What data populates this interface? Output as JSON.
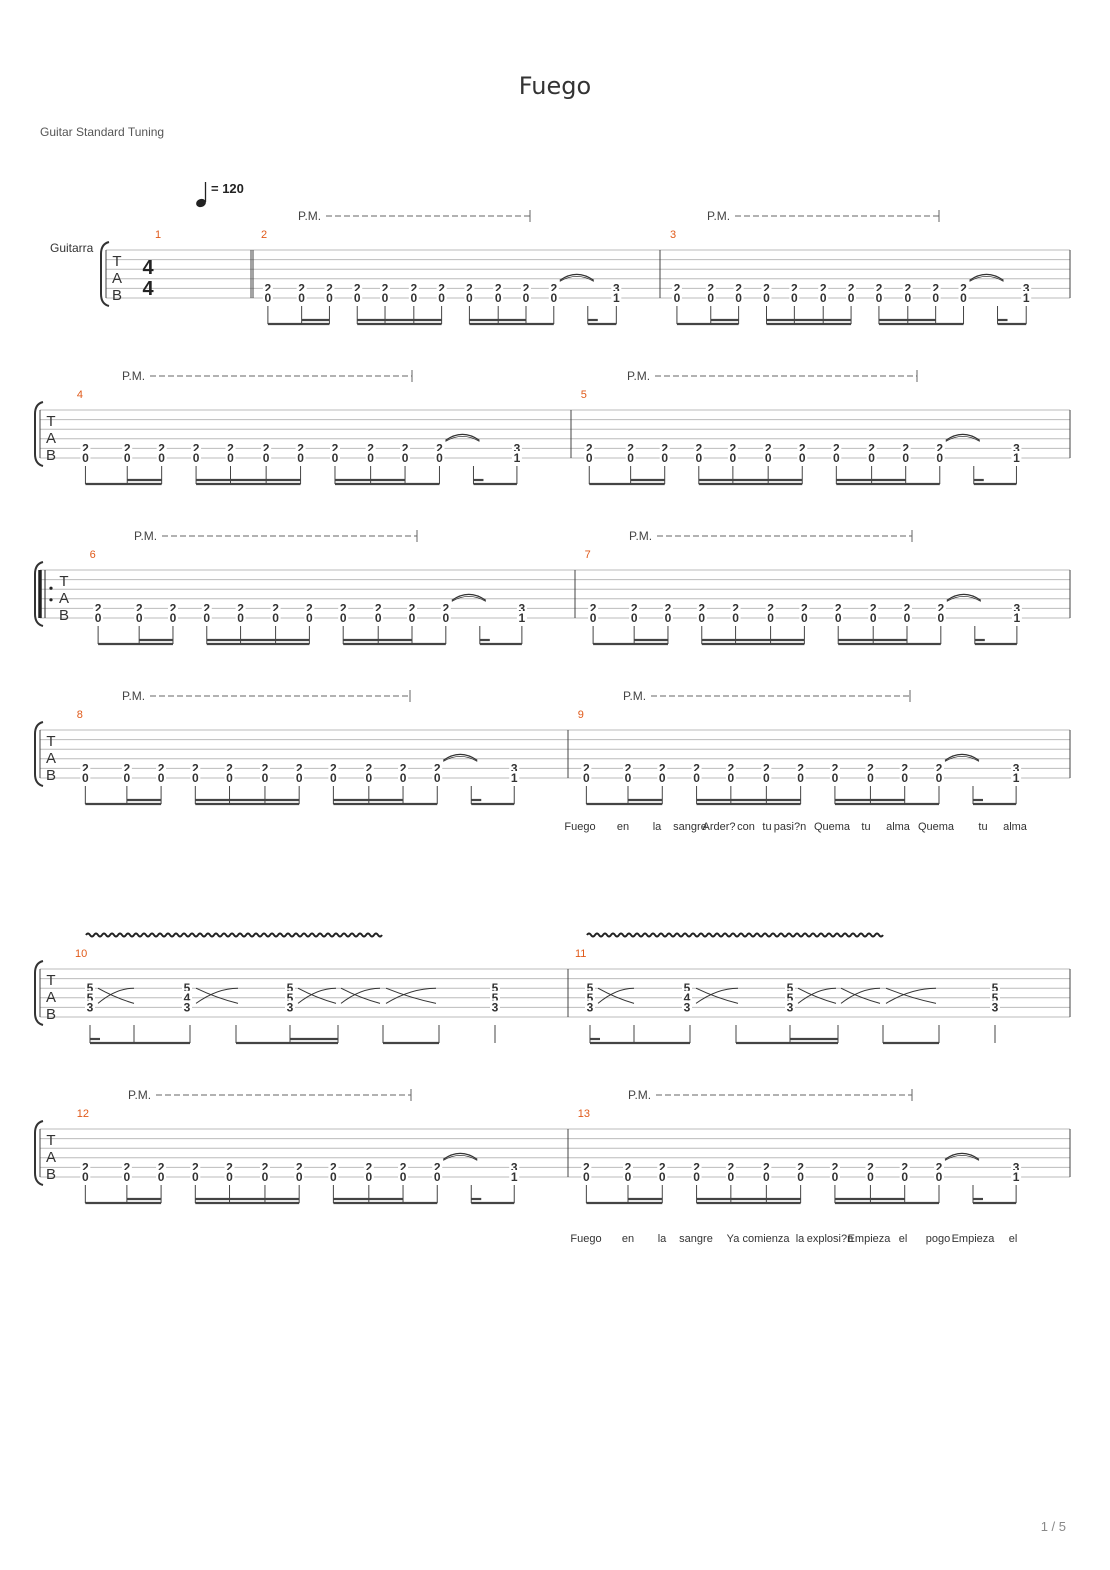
{
  "title": "Fuego",
  "tuning": "Guitar Standard Tuning",
  "tempo": "= 120",
  "instrument": "Guitarra",
  "time_signature": [
    "4",
    "4"
  ],
  "tab_letters": [
    "T",
    "A",
    "B"
  ],
  "palm_mute_label": "P.M.",
  "page_number": "1 / 5",
  "riff": {
    "high": [
      "2",
      "2",
      "2",
      "2",
      "2",
      "2",
      "2",
      "2",
      "2",
      "2",
      "2",
      "3"
    ],
    "low": [
      "0",
      "0",
      "0",
      "0",
      "0",
      "0",
      "0",
      "0",
      "0",
      "0",
      "0",
      "1"
    ]
  },
  "chord_riff": [
    [
      "5",
      "5",
      "3"
    ],
    [
      "5",
      "4",
      "3"
    ],
    [
      "5",
      "5",
      "3"
    ],
    [
      "5",
      "5",
      "3"
    ]
  ],
  "measure_numbers": [
    "1",
    "2",
    "3",
    "4",
    "5",
    "6",
    "7",
    "8",
    "9",
    "10",
    "11",
    "12",
    "13"
  ],
  "lyrics_m9": [
    "Fuego",
    "en",
    "la",
    "sangre",
    "Arder?",
    "con",
    "tu",
    "pasi?n",
    "Quema",
    "tu",
    "alma",
    "Quema",
    "tu",
    "alma"
  ],
  "lyrics_m13": [
    "Fuego",
    "en",
    "la",
    "sangre",
    "Ya",
    "comienza",
    "la",
    "explosi?n",
    "Empieza",
    "el",
    "pogo",
    "Empieza",
    "el"
  ]
}
